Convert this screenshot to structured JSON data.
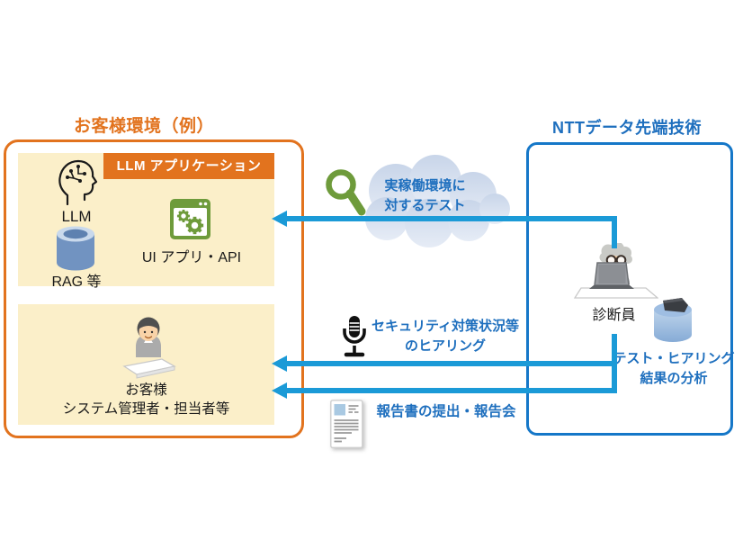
{
  "customer": {
    "title": "お客様環境（例）",
    "app_box": {
      "header": "LLM アプリケーション",
      "llm_label": "LLM",
      "rag_label": "RAG 等",
      "ui_label": "UI アプリ・API"
    },
    "staff_box": {
      "line1": "お客様",
      "line2": "システム管理者・担当者等"
    }
  },
  "ntt": {
    "title": "NTTデータ先端技術",
    "diagnostician_label": "診断員",
    "analysis_line1": "テスト・ヒアリング",
    "analysis_line2": "結果の分析"
  },
  "flows": {
    "test": {
      "line1": "実稼働環境に",
      "line2": "対するテスト"
    },
    "hearing": {
      "line1": "セキュリティ対策状況等",
      "line2": "のヒアリング"
    },
    "report": {
      "label": "報告書の提出・報告会"
    }
  },
  "icons": {
    "magnifier": "magnifying-glass-icon",
    "cloud": "cloud-shape",
    "microphone": "microphone-icon",
    "report_doc": "report-document-icon",
    "llm_head": "ai-head-circuit-icon",
    "rag_db": "database-cylinder-icon",
    "ui_window": "app-window-gears-icon",
    "customer_person": "customer-person-icon",
    "diagnostician": "diagnostician-person-icon",
    "analysis_db": "analysis-cylinder-icon"
  },
  "colors": {
    "orange": "#E2731E",
    "panel_yellow": "#FBEFC9",
    "arrow_blue": "#1B9AD7",
    "box_border_blue": "#1577C8",
    "text_blue": "#1E6FBE",
    "green": "#6E9B3B",
    "cloud_fill": "#D3DEEE"
  }
}
